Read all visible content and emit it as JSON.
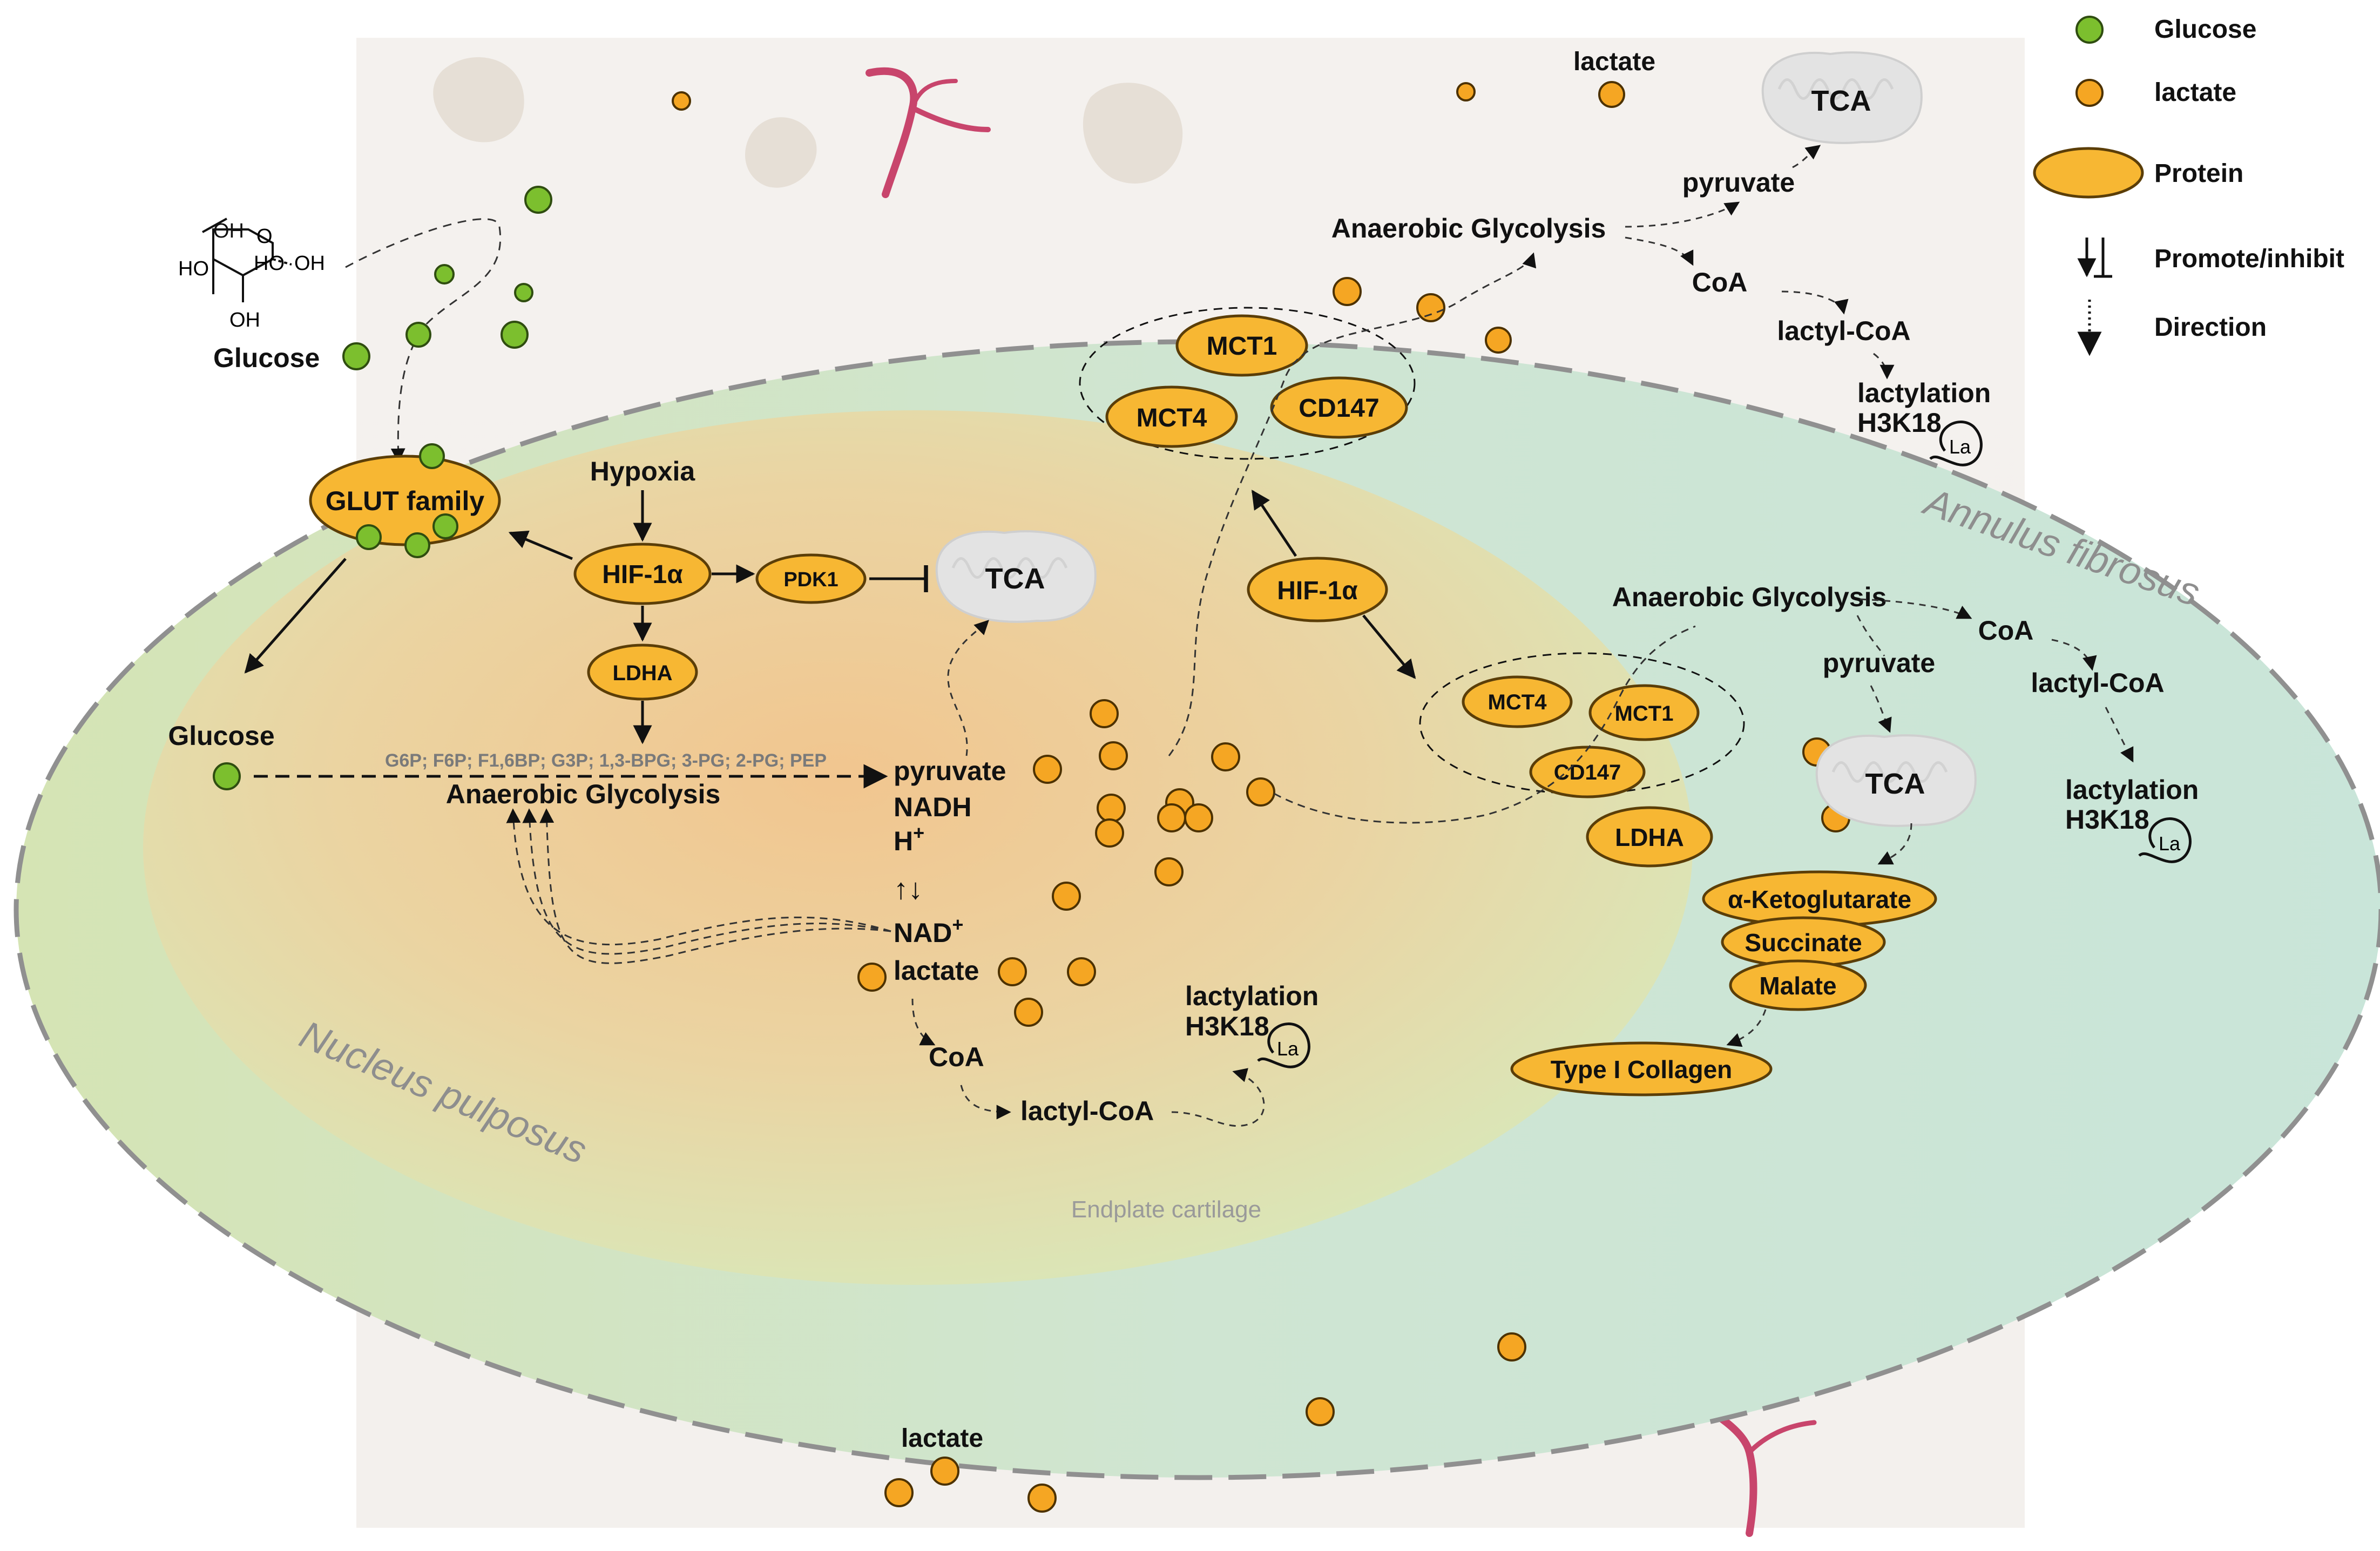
{
  "legend": {
    "glucose": "Glucose",
    "lactate": "lactate",
    "protein": "Protein",
    "promote_inhibit": "Promote/inhibit",
    "direction": "Direction"
  },
  "colors": {
    "glucose": "#7cbf2e",
    "lactate": "#f5a623",
    "protein_fill": "#f7b733",
    "nucleus_center": "#f2c08a",
    "annulus": "#cfe6d6",
    "background_panel": "#f1eeea",
    "vessel": "#c8456c"
  },
  "regions": {
    "annulus": "Annulus fibrosus",
    "nucleus": "Nucleus pulposus",
    "endplate": "Endplate cartilage"
  },
  "molecule": {
    "oh1": "OH",
    "oh2": "OH",
    "ho1": "HO",
    "ho2": "HO",
    "oh3": "OH",
    "o": "O"
  },
  "left": {
    "glucose_label": "Glucose",
    "glut": "GLUT family",
    "hypoxia": "Hypoxia",
    "hif": "HIF-1α",
    "pdk1": "PDK1",
    "tca": "TCA",
    "ldha": "LDHA",
    "glucose2": "Glucose",
    "pathway": "G6P; F6P; F1,6BP; G3P; 1,3-BPG; 3-PG; 2-PG; PEP",
    "anaerobic": "Anaerobic Glycolysis",
    "pyruvate": "pyruvate",
    "nadh": "NADH",
    "h": "H",
    "plus": "+",
    "arrows": "↑↓",
    "nad": "NAD",
    "lactate": "lactate",
    "coa": "CoA",
    "lactyl_coa": "lactyl-CoA",
    "lactylation": "lactylation",
    "h3k18": "H3K18",
    "la": "La"
  },
  "top": {
    "lactate_label": "lactate",
    "mct1": "MCT1",
    "mct4": "MCT4",
    "cd147": "CD147",
    "anaerobic": "Anaerobic Glycolysis",
    "pyruvate": "pyruvate",
    "tca": "TCA",
    "coa": "CoA",
    "lactyl_coa": "lactyl-CoA",
    "lactylation": "lactylation",
    "h3k18": "H3K18",
    "la": "La"
  },
  "right": {
    "hif": "HIF-1α",
    "mct4": "MCT4",
    "mct1": "MCT1",
    "cd147": "CD147",
    "ldha": "LDHA",
    "anaerobic": "Anaerobic Glycolysis",
    "pyruvate": "pyruvate",
    "tca": "TCA",
    "akg": "α-Ketoglutarate",
    "succinate": "Succinate",
    "malate": "Malate",
    "collagen": "Type I Collagen",
    "coa": "CoA",
    "lactyl_coa": "lactyl-CoA",
    "lactylation": "lactylation",
    "h3k18": "H3K18",
    "la": "La"
  },
  "bottom": {
    "lactate_label": "lactate"
  }
}
